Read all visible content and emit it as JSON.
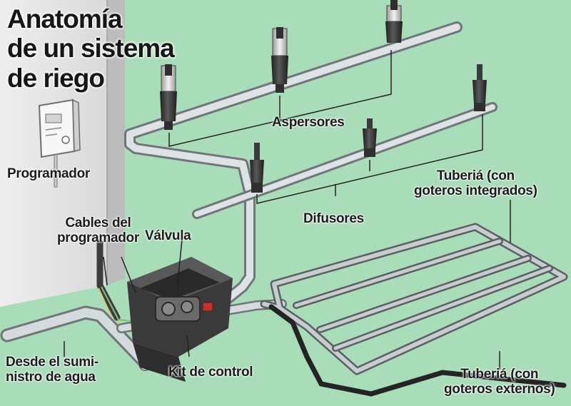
{
  "title": {
    "line1": "Anatomía",
    "line2": "de un sistema",
    "line3": "de riego"
  },
  "labels": {
    "programador": "Programador",
    "cables_line1": "Cables del",
    "cables_line2": "programador",
    "valvula": "Válvula",
    "aspersores": "Aspersores",
    "difusores": "Difusores",
    "tuberia_integrados_line1": "Tuberiá (con",
    "tuberia_integrados_line2": "goteros integrados)",
    "suministro_line1": "Desde el sumi-",
    "suministro_line2": "nistro de agua",
    "kit": "Kit de control",
    "tuberia_externos_line1": "Tuberiá (con",
    "tuberia_externos_line2": "goteros externos)"
  },
  "colors": {
    "background": "#a9dcb9",
    "wall": "#e7e7e7",
    "pipe": "#b9c0c3",
    "sprinkler_body": "#2d2d2d",
    "valve_box": "#3a3a3a",
    "label_text": "#1c1c1c"
  }
}
